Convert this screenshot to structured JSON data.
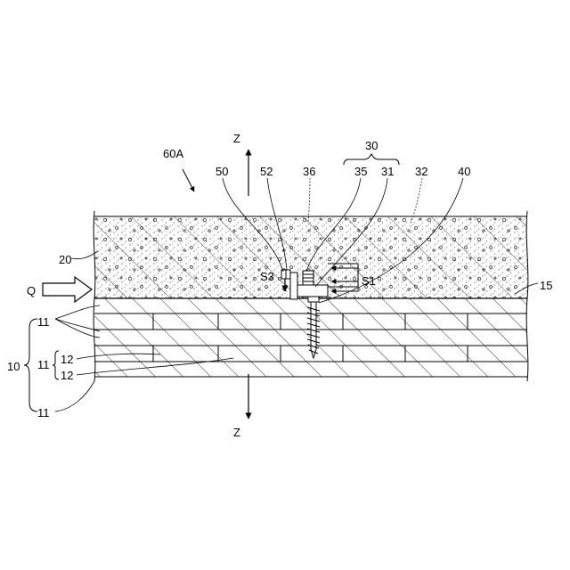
{
  "figure": {
    "assembly_label": "60A",
    "axis_labels": {
      "up": "Z",
      "down": "Z"
    },
    "force_label": "Q",
    "labels": {
      "l30": "30",
      "l50": "50",
      "l52": "52",
      "l36": "36",
      "l35": "35",
      "l31": "31",
      "l32": "32",
      "l40": "40",
      "l20": "20",
      "l15": "15",
      "lS3": "S3",
      "lS1": "S1",
      "l10": "10",
      "l11a": "11",
      "l11b": "11",
      "l11c": "11",
      "l12a": "12",
      "l12b": "12"
    }
  }
}
